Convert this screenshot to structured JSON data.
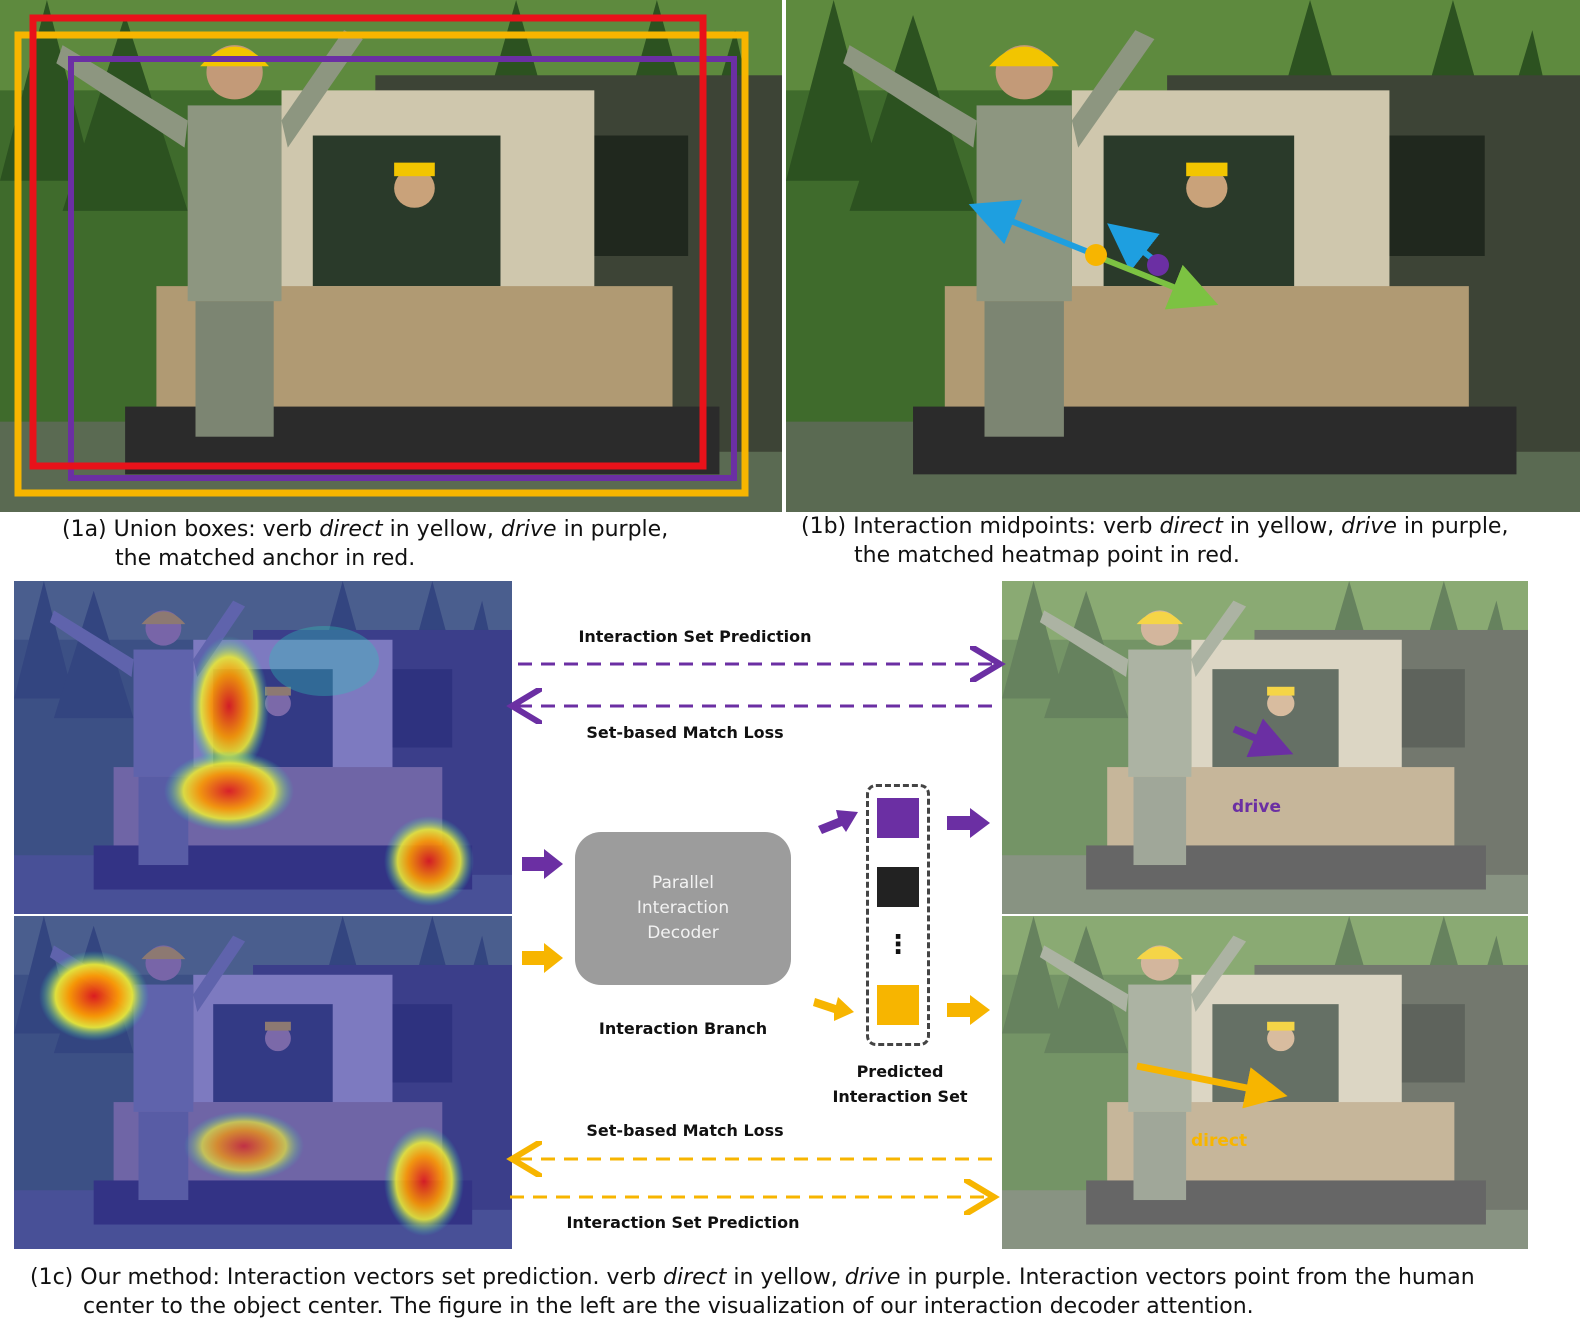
{
  "colors": {
    "yellow": "#f7b500",
    "purple": "#6b2fa3",
    "red": "#e8121a",
    "blue": "#1e9fe0",
    "green": "#7cc242",
    "set_black": "#222222"
  },
  "panel_1a": {
    "caption_line1_prefix": "(1a) Union boxes: verb ",
    "caption_verb1": "direct",
    "caption_mid": " in yellow, ",
    "caption_verb2": "drive",
    "caption_suffix": " in purple,",
    "caption_line2": "the matched anchor in red."
  },
  "panel_1b": {
    "caption_line1_prefix": "(1b) Interaction midpoints: verb ",
    "caption_verb1": "direct",
    "caption_mid": " in yellow, ",
    "caption_verb2": "drive",
    "caption_suffix": " in purple,",
    "caption_line2": "the matched heatmap point in red."
  },
  "panel_1c": {
    "top_prediction_label": "Interaction Set Prediction",
    "top_loss_label": "Set-based Match Loss",
    "bottom_loss_label": "Set-based Match Loss",
    "bottom_prediction_label": "Interaction Set Prediction",
    "decoder_line1": "Parallel",
    "decoder_line2": "Interaction",
    "decoder_line3": "Decoder",
    "branch_label": "Interaction Branch",
    "set_label_line1": "Predicted",
    "set_label_line2": "Interaction Set",
    "set_ellipsis": "⋮",
    "drive_label": "drive",
    "direct_label": "direct",
    "caption_line1_prefix": "(1c) Our method: Interaction vectors set prediction. verb ",
    "caption_verb1": "direct",
    "caption_mid": " in yellow, ",
    "caption_verb2": "drive",
    "caption_suffix": " in purple. Interaction vectors point from the human",
    "caption_line2": "center to the object center. The figure in the left are the visualization of our interaction decoder attention."
  }
}
